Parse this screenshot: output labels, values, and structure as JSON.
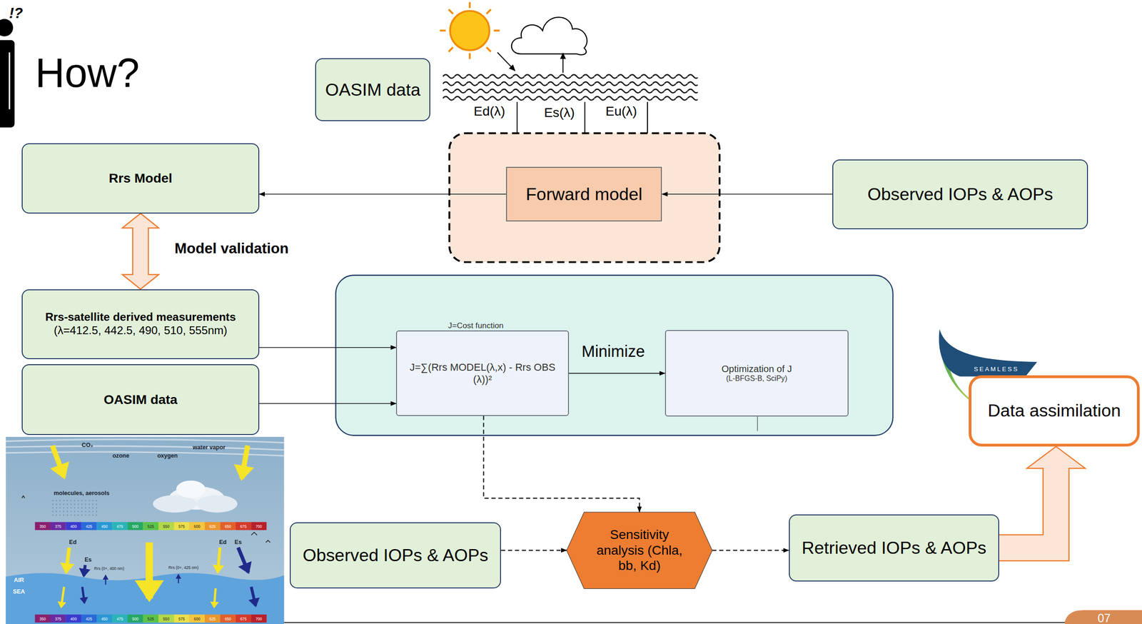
{
  "diagram": {
    "title": "How?",
    "nodes": [
      {
        "text": [
          "OASIM data"
        ]
      },
      {
        "text": [
          "Rrs Model"
        ]
      },
      {
        "text": [
          "Forward model"
        ]
      },
      {
        "text": [
          "Observed IOPs & AOPs"
        ]
      },
      {
        "text": [
          "Rrs-satellite derived measurements",
          "(λ=412.5, 442.5, 490, 510, 555nm)"
        ]
      },
      {
        "text": [
          "J=Cost function",
          "J=∑(Rrs MODEL(λ,x) - Rrs OBS (λ))²"
        ]
      },
      {
        "text": [
          "Optimization of J",
          "(L-BFGS-B, SciPy)"
        ]
      },
      {
        "text": [
          "OASIM data"
        ]
      },
      {
        "text": [
          "Data assimilation"
        ]
      },
      {
        "text": [
          "Observed IOPs & AOPs"
        ]
      },
      {
        "text": [
          "Sensitivity analysis (Chla, bb, Kd)"
        ]
      },
      {
        "text": [
          "Retrieved IOPs & AOPs"
        ]
      }
    ],
    "edges": [
      {
        "from": 2,
        "to": 1,
        "arrow": "to"
      },
      {
        "from": 3,
        "to": 2,
        "arrow": "to"
      },
      {
        "from": 1,
        "to": 4,
        "label": "Model validation",
        "arrow": "both"
      },
      {
        "from": 4,
        "to": 5,
        "arrow": "to"
      },
      {
        "from": 7,
        "to": 5,
        "arrow": "to"
      },
      {
        "from": 5,
        "to": 6,
        "label": "Minimize",
        "arrow": "to"
      },
      {
        "from": 5,
        "to": 10,
        "arrow": "to"
      },
      {
        "from": 9,
        "to": 10,
        "arrow": "to"
      },
      {
        "from": 10,
        "to": 11,
        "arrow": "to"
      },
      {
        "from": 11,
        "to": 8,
        "arrow": "to"
      }
    ],
    "labels": [
      "!?",
      "Ed(λ)",
      "Es(λ)",
      "Eu(λ)",
      "SEAMLESS",
      "CO₂",
      "ozone",
      "oxygen",
      "water vapor",
      "molecules, aerosols",
      "350",
      "375",
      "400",
      "425",
      "450",
      "475",
      "500",
      "525",
      "550",
      "575",
      "600",
      "625",
      "650",
      "675",
      "700",
      "Ed",
      "Es",
      "Rrs (0+, 400 nm)",
      "Rrs (0+, 425 nm)",
      "Ed",
      "Es",
      "AIR",
      "SEA",
      "350",
      "375",
      "400",
      "425",
      "450",
      "475",
      "500",
      "525",
      "550",
      "575",
      "600",
      "625",
      "650",
      "675",
      "700",
      "07"
    ]
  }
}
